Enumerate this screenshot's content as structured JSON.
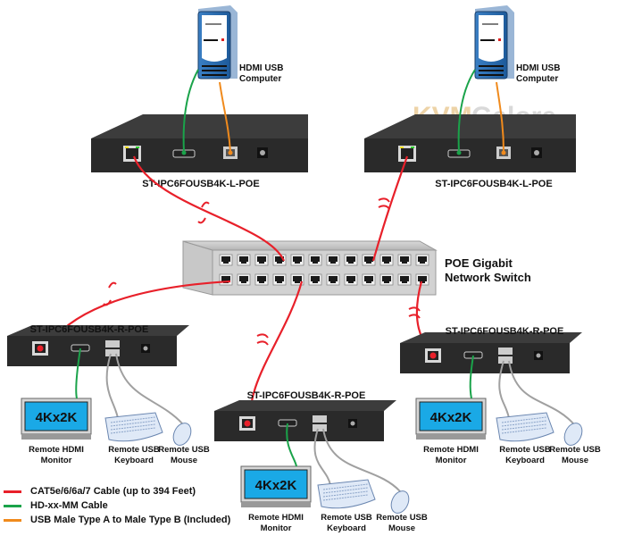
{
  "watermark": {
    "part1": "KVM",
    "part2": "Galore"
  },
  "colors": {
    "cat_cable": "#e8202a",
    "hdmi_cable": "#1aa34a",
    "usb_cable": "#f08a1c",
    "usb_gray": "#a0a0a0",
    "device_body": "#2a2a2a",
    "screen": "#1aa9e6"
  },
  "computers": [
    {
      "label_line1": "HDMI USB",
      "label_line2": "Computer"
    },
    {
      "label_line1": "HDMI USB",
      "label_line2": "Computer"
    }
  ],
  "local_units": [
    {
      "model": "ST-IPC6FOUSB4K-L-POE"
    },
    {
      "model": "ST-IPC6FOUSB4K-L-POE"
    }
  ],
  "switch": {
    "label_line1": "POE Gigabit",
    "label_line2": "Network Switch"
  },
  "remote_units": [
    {
      "model": "ST-IPC6FOUSB4K-R-POE",
      "monitor_text": "4Kx2K",
      "monitor_label": [
        "Remote HDMI",
        "Monitor"
      ],
      "keyboard_label": [
        "Remote USB",
        "Keyboard"
      ],
      "mouse_label": [
        "Remote USB",
        "Mouse"
      ]
    },
    {
      "model": "ST-IPC6FOUSB4K-R-POE",
      "monitor_text": "4Kx2K",
      "monitor_label": [
        "Remote HDMI",
        "Monitor"
      ],
      "keyboard_label": [
        "Remote USB",
        "Keyboard"
      ],
      "mouse_label": [
        "Remote USB",
        "Mouse"
      ]
    },
    {
      "model": "ST-IPC6FOUSB4K-R-POE",
      "monitor_text": "4Kx2K",
      "monitor_label": [
        "Remote HDMI",
        "Monitor"
      ],
      "keyboard_label": [
        "Remote USB",
        "Keyboard"
      ],
      "mouse_label": [
        "Remote USB",
        "Mouse"
      ]
    }
  ],
  "legend": [
    {
      "label": "CAT5e/6/6a/7 Cable (up to 394 Feet)",
      "color": "#e8202a"
    },
    {
      "label": "HD-xx-MM Cable",
      "color": "#1aa34a"
    },
    {
      "label": "USB Male Type A  to Male Type B (Included)",
      "color": "#f08a1c"
    }
  ]
}
